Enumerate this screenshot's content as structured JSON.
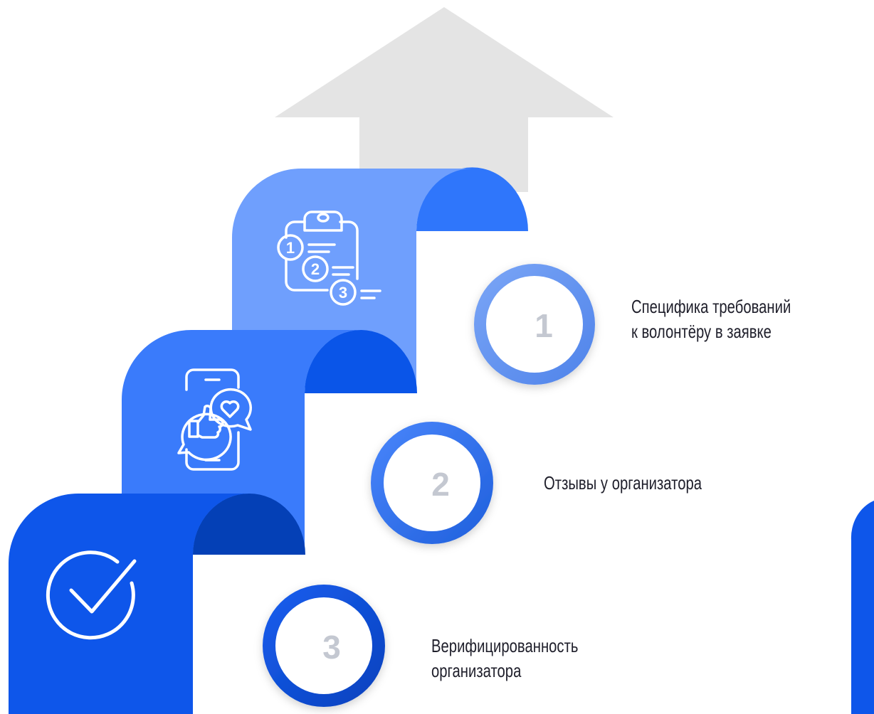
{
  "steps": [
    {
      "number": "1",
      "lines": [
        "Специфика требований",
        "к волонтёру в заявке"
      ],
      "icon": "clipboard-list-icon"
    },
    {
      "number": "2",
      "lines": [
        "Отзывы у организатора"
      ],
      "icon": "phone-feedback-icon"
    },
    {
      "number": "3",
      "lines": [
        "Верифицированность",
        "организатора"
      ],
      "icon": "check-circle-icon"
    }
  ],
  "colors": {
    "arrow": "#e4e4e4",
    "stair_top": "#6f9ffd",
    "stair_mid": "#3a7bfb",
    "stair_bottom": "#0e56ea",
    "roll_top": "#2f76fb",
    "roll_mid": "#0a55e8",
    "roll_bottom": "#0440b6"
  }
}
